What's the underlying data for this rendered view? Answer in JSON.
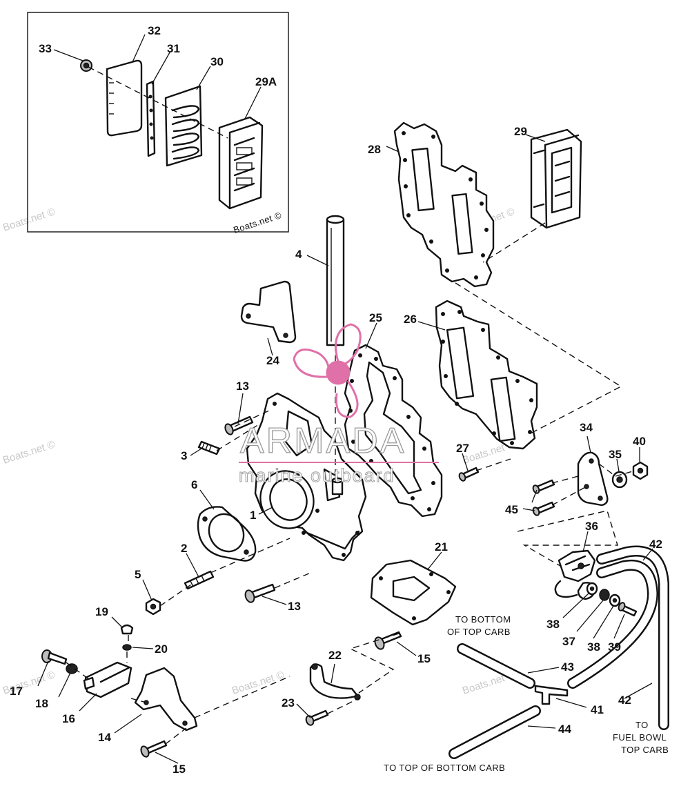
{
  "callouts": {
    "c1": "1",
    "c2": "2",
    "c3": "3",
    "c4": "4",
    "c5": "5",
    "c6": "6",
    "c13a": "13",
    "c13b": "13",
    "c14": "14",
    "c15a": "15",
    "c15b": "15",
    "c16": "16",
    "c17": "17",
    "c18": "18",
    "c19": "19",
    "c20": "20",
    "c21": "21",
    "c22": "22",
    "c23": "23",
    "c24": "24",
    "c25": "25",
    "c26": "26",
    "c27": "27",
    "c28": "28",
    "c29": "29",
    "c29a": "29A",
    "c30": "30",
    "c31": "31",
    "c32": "32",
    "c33": "33",
    "c34": "34",
    "c35": "35",
    "c36": "36",
    "c37": "37",
    "c38a": "38",
    "c38b": "38",
    "c39": "39",
    "c40": "40",
    "c41": "41",
    "c42a": "42",
    "c42b": "42",
    "c43": "43",
    "c44": "44",
    "c45": "45"
  },
  "notes": {
    "bottom_of_top_carb": [
      "TO BOTTOM",
      "OF TOP CARB"
    ],
    "top_of_bottom_carb": "TO TOP OF BOTTOM CARB",
    "fuel_bowl_top_carb": [
      "TO",
      "FUEL BOWL",
      "TOP CARB"
    ]
  },
  "watermark": {
    "site": "Boats.net ©",
    "logo_main": "ARMADA",
    "logo_sub": "marine outboard"
  },
  "colors": {
    "line": "#111111",
    "logo_pink": "#e070a8",
    "watermark_gray": "#c8c8c8"
  }
}
